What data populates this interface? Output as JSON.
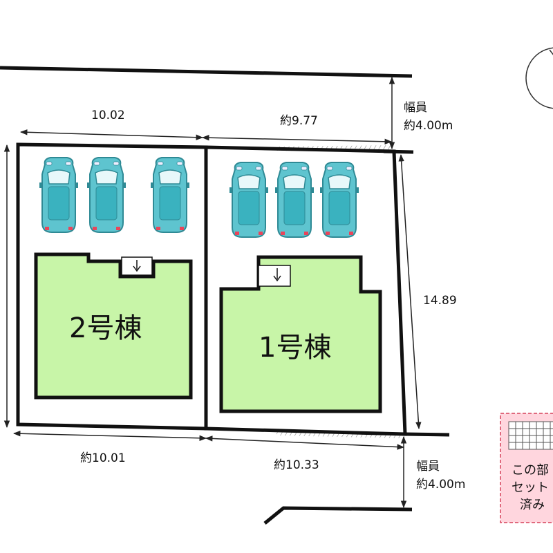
{
  "dimensions": {
    "top_left": "10.02",
    "top_right": "約9.77",
    "bottom_left": "約10.01",
    "bottom_right": "約10.33",
    "right_side": "14.89"
  },
  "roads": {
    "north_width_line1": "幅員",
    "north_width_line2": "約4.00m",
    "south_width_line1": "幅員",
    "south_width_line2": "約4.00m"
  },
  "buildings": {
    "left": "2号棟",
    "right": "1号棟"
  },
  "legend": {
    "line1": "この部",
    "line2": "セット",
    "line3": "済み"
  },
  "colors": {
    "building_fill": "#c8f5a8",
    "car_body": "#5ec4cf",
    "legend_fill": "#ffd6de",
    "legend_border": "#e06a7e"
  },
  "parking_spaces": {
    "left_lot": 3,
    "right_lot": 3
  }
}
